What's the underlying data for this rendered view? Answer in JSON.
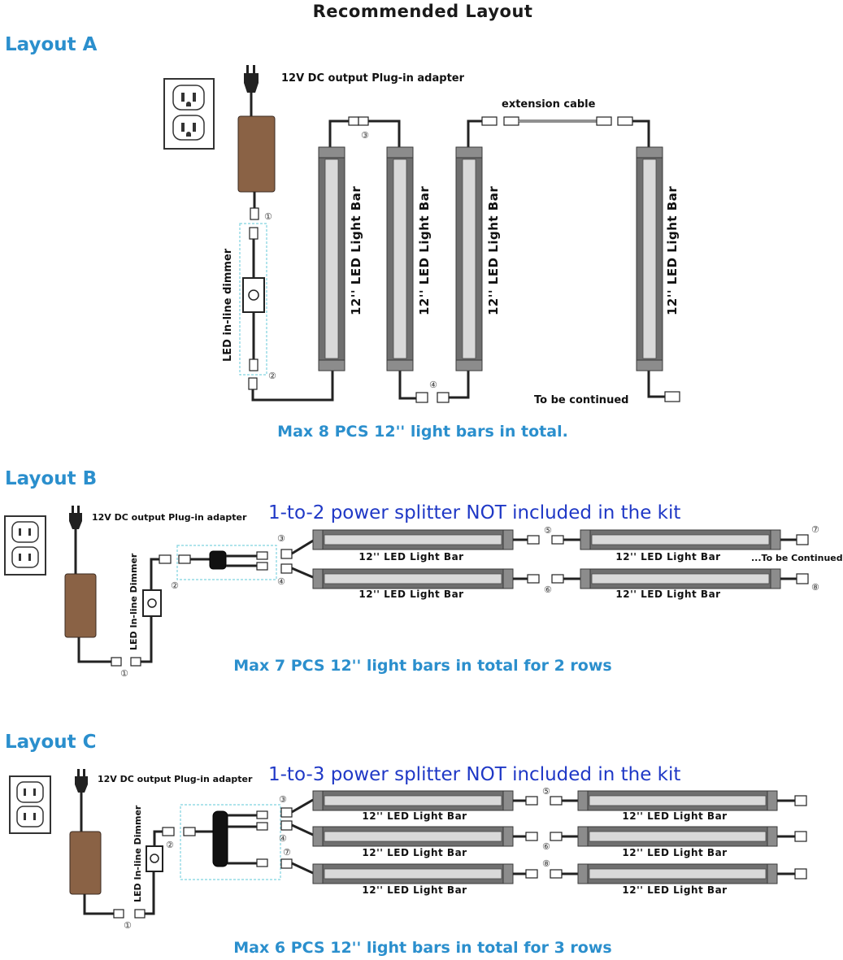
{
  "title": "Recommended Layout",
  "layout_a": {
    "heading": "Layout A",
    "adapter_label": "12V DC output Plug-in adapter",
    "extension_label": "extension cable",
    "dimmer_label": "LED in-line dimmer",
    "bar_label": "12'' LED Light Bar",
    "continued_label": "To be continued",
    "caption": "Max 8 PCS 12'' light bars in total.",
    "markers": [
      "①",
      "②",
      "③",
      "④"
    ]
  },
  "layout_b": {
    "heading": "Layout B",
    "adapter_label": "12V DC output Plug-in adapter",
    "splitter_note": "1-to-2 power splitter NOT included in the kit",
    "dimmer_label": "LED In-line Dimmer",
    "bar_label": "12'' LED Light Bar",
    "continued_label": "...To be Continued",
    "caption": "Max 7 PCS 12'' light bars in total for 2 rows",
    "markers": [
      "①",
      "②",
      "③",
      "④",
      "⑤",
      "⑥",
      "⑦",
      "⑧"
    ]
  },
  "layout_c": {
    "heading": "Layout C",
    "adapter_label": "12V DC output Plug-in adapter",
    "splitter_note": "1-to-3 power splitter NOT included in the kit",
    "dimmer_label": "LED In-line Dimmer",
    "bar_label": "12'' LED Light Bar",
    "caption": "Max 6 PCS 12'' light bars in total for 3 rows",
    "markers": [
      "①",
      "②",
      "③",
      "④",
      "⑤",
      "⑥",
      "⑦",
      "⑧"
    ]
  }
}
